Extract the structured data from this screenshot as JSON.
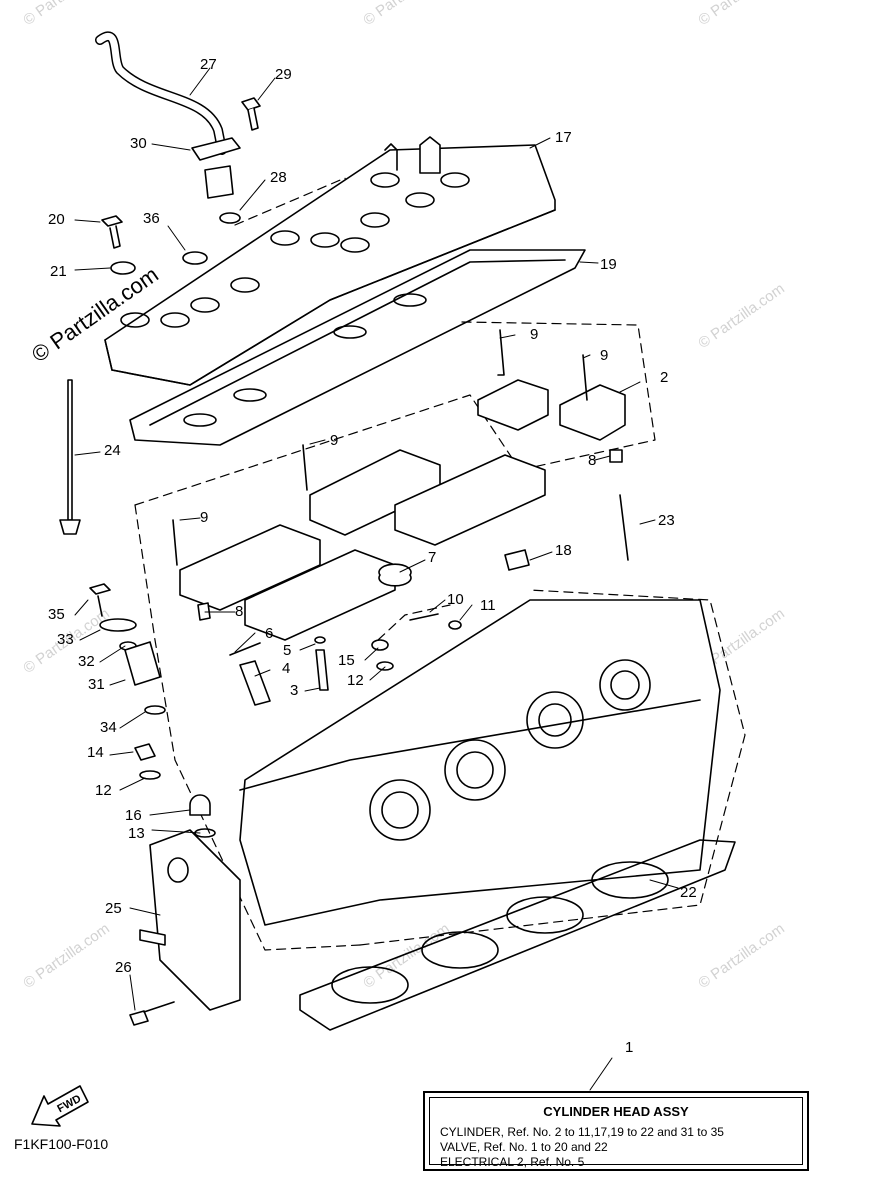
{
  "watermark": {
    "small": "© Partzilla.com",
    "large": "© Partzilla.com"
  },
  "callouts": [
    "1",
    "2",
    "3",
    "4",
    "5",
    "6",
    "7",
    "8",
    "8",
    "9",
    "9",
    "9",
    "9",
    "10",
    "11",
    "12",
    "12",
    "13",
    "14",
    "15",
    "16",
    "17",
    "18",
    "19",
    "20",
    "21",
    "22",
    "23",
    "24",
    "25",
    "26",
    "27",
    "28",
    "29",
    "30",
    "31",
    "32",
    "33",
    "34",
    "35",
    "36"
  ],
  "legend": {
    "ref": "1",
    "title": "CYLINDER HEAD ASSY",
    "lines": [
      "CYLINDER,  Ref. No. 2 to 11,17,19 to 22 and 31 to 35",
      "VALVE,  Ref. No. 1 to 20 and 22",
      "ELECTRICAL 2,  Ref. No. 5"
    ]
  },
  "fwd_label": "FWD",
  "figure_code": "F1KF100-F010"
}
